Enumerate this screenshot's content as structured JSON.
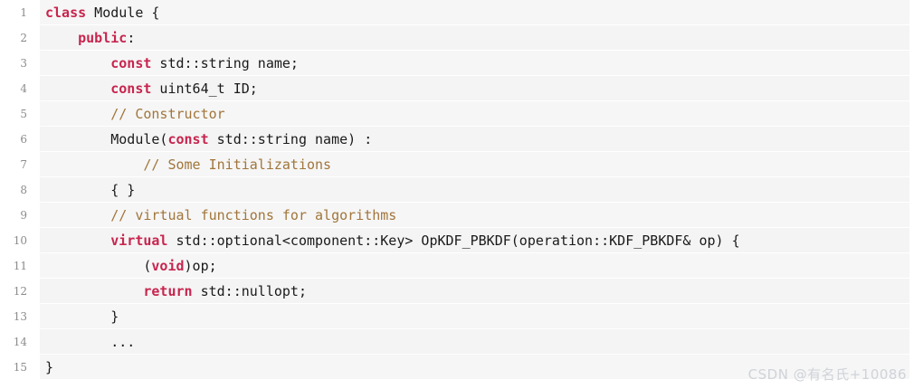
{
  "editor": {
    "language": "cpp",
    "colors": {
      "keyword": "#c7254e",
      "comment": "#a1753a",
      "plain": "#1a1a1a",
      "row_background": "#f6f6f6",
      "gutter_background": "#ffffff",
      "line_number": "#8c8c8c",
      "watermark": "#cfd3d8"
    },
    "lines": [
      {
        "number": "1",
        "tokens": [
          {
            "t": "class",
            "k": "kw"
          },
          {
            "t": " Module {",
            "k": "pl"
          }
        ]
      },
      {
        "number": "2",
        "tokens": [
          {
            "t": "    ",
            "k": "pl"
          },
          {
            "t": "public",
            "k": "kw"
          },
          {
            "t": ":",
            "k": "pl"
          }
        ]
      },
      {
        "number": "3",
        "tokens": [
          {
            "t": "        ",
            "k": "pl"
          },
          {
            "t": "const",
            "k": "kw"
          },
          {
            "t": " std::string name;",
            "k": "pl"
          }
        ]
      },
      {
        "number": "4",
        "tokens": [
          {
            "t": "        ",
            "k": "pl"
          },
          {
            "t": "const",
            "k": "kw"
          },
          {
            "t": " uint64_t ID;",
            "k": "pl"
          }
        ]
      },
      {
        "number": "5",
        "tokens": [
          {
            "t": "        ",
            "k": "pl"
          },
          {
            "t": "// Constructor",
            "k": "cm"
          }
        ]
      },
      {
        "number": "6",
        "tokens": [
          {
            "t": "        Module(",
            "k": "pl"
          },
          {
            "t": "const",
            "k": "kw"
          },
          {
            "t": " std::string name) :",
            "k": "pl"
          }
        ]
      },
      {
        "number": "7",
        "tokens": [
          {
            "t": "            ",
            "k": "pl"
          },
          {
            "t": "// Some Initializations",
            "k": "cm"
          }
        ]
      },
      {
        "number": "8",
        "tokens": [
          {
            "t": "        { }",
            "k": "pl"
          }
        ]
      },
      {
        "number": "9",
        "tokens": [
          {
            "t": "        ",
            "k": "pl"
          },
          {
            "t": "// virtual functions for algorithms",
            "k": "cm"
          }
        ]
      },
      {
        "number": "10",
        "tokens": [
          {
            "t": "        ",
            "k": "pl"
          },
          {
            "t": "virtual",
            "k": "kw"
          },
          {
            "t": " std::optional<component::Key> OpKDF_PBKDF(operation::KDF_PBKDF& op) {",
            "k": "pl"
          }
        ]
      },
      {
        "number": "11",
        "tokens": [
          {
            "t": "            (",
            "k": "pl"
          },
          {
            "t": "void",
            "k": "kw"
          },
          {
            "t": ")op;",
            "k": "pl"
          }
        ]
      },
      {
        "number": "12",
        "tokens": [
          {
            "t": "            ",
            "k": "pl"
          },
          {
            "t": "return",
            "k": "kw"
          },
          {
            "t": " std::nullopt;",
            "k": "pl"
          }
        ]
      },
      {
        "number": "13",
        "tokens": [
          {
            "t": "        }",
            "k": "pl"
          }
        ]
      },
      {
        "number": "14",
        "tokens": [
          {
            "t": "        ...",
            "k": "pl"
          }
        ]
      },
      {
        "number": "15",
        "tokens": [
          {
            "t": "}",
            "k": "pl"
          }
        ]
      }
    ]
  },
  "watermark": {
    "text": "CSDN @有名氏+10086"
  }
}
